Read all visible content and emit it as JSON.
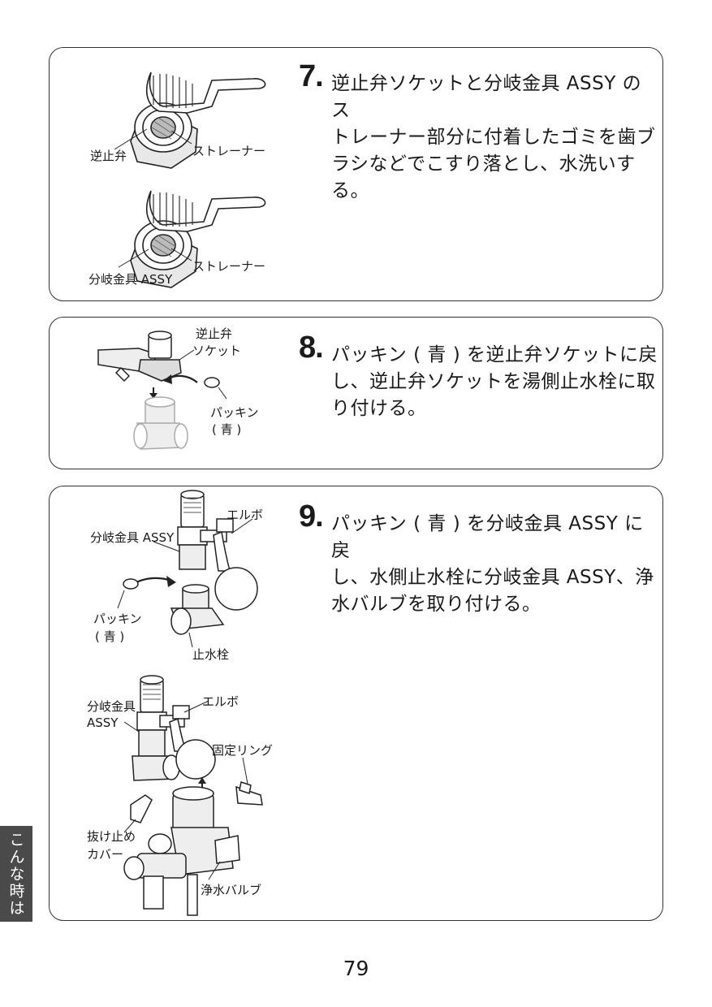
{
  "steps": [
    {
      "number": "7.",
      "lines": [
        "逆止弁ソケットと分岐金具 ASSY のス",
        "トレーナー部分に付着したゴミを歯ブ",
        "ラシなどでこすり落とし、水洗いする。"
      ],
      "labels": {
        "check_valve": "逆止弁",
        "strainer_a": "ストレーナー",
        "branch": "分岐金具 ASSY",
        "strainer_b": "ストレーナー"
      }
    },
    {
      "number": "8.",
      "lines": [
        "パッキン ( 青 ) を逆止弁ソケットに戻",
        "し、逆止弁ソケットを湯側止水栓に取",
        "り付ける。"
      ],
      "labels": {
        "socket_1": "逆止弁",
        "socket_2": "ソケット",
        "packing": "パッキン",
        "packing_color": "( 青 )"
      }
    },
    {
      "number": "9.",
      "lines": [
        "パッキン ( 青 ) を分岐金具 ASSY に戻",
        "し、水側止水栓に分岐金具 ASSY、浄",
        "水バルブを取り付ける。"
      ],
      "labels": {
        "elbow_a": "エルボ",
        "branch_a": "分岐金具 ASSY",
        "packing": "パッキン",
        "packing_color": "( 青 )",
        "stop_valve": "止水栓",
        "branch_b1": "分岐金具",
        "branch_b2": "ASSY",
        "elbow_b": "エルボ",
        "ring": "固定リング",
        "cover_1": "抜け止め",
        "cover_2": "カバー",
        "valve": "浄水バルブ"
      }
    }
  ],
  "side_tab": "こんな時は",
  "page_number": "79"
}
